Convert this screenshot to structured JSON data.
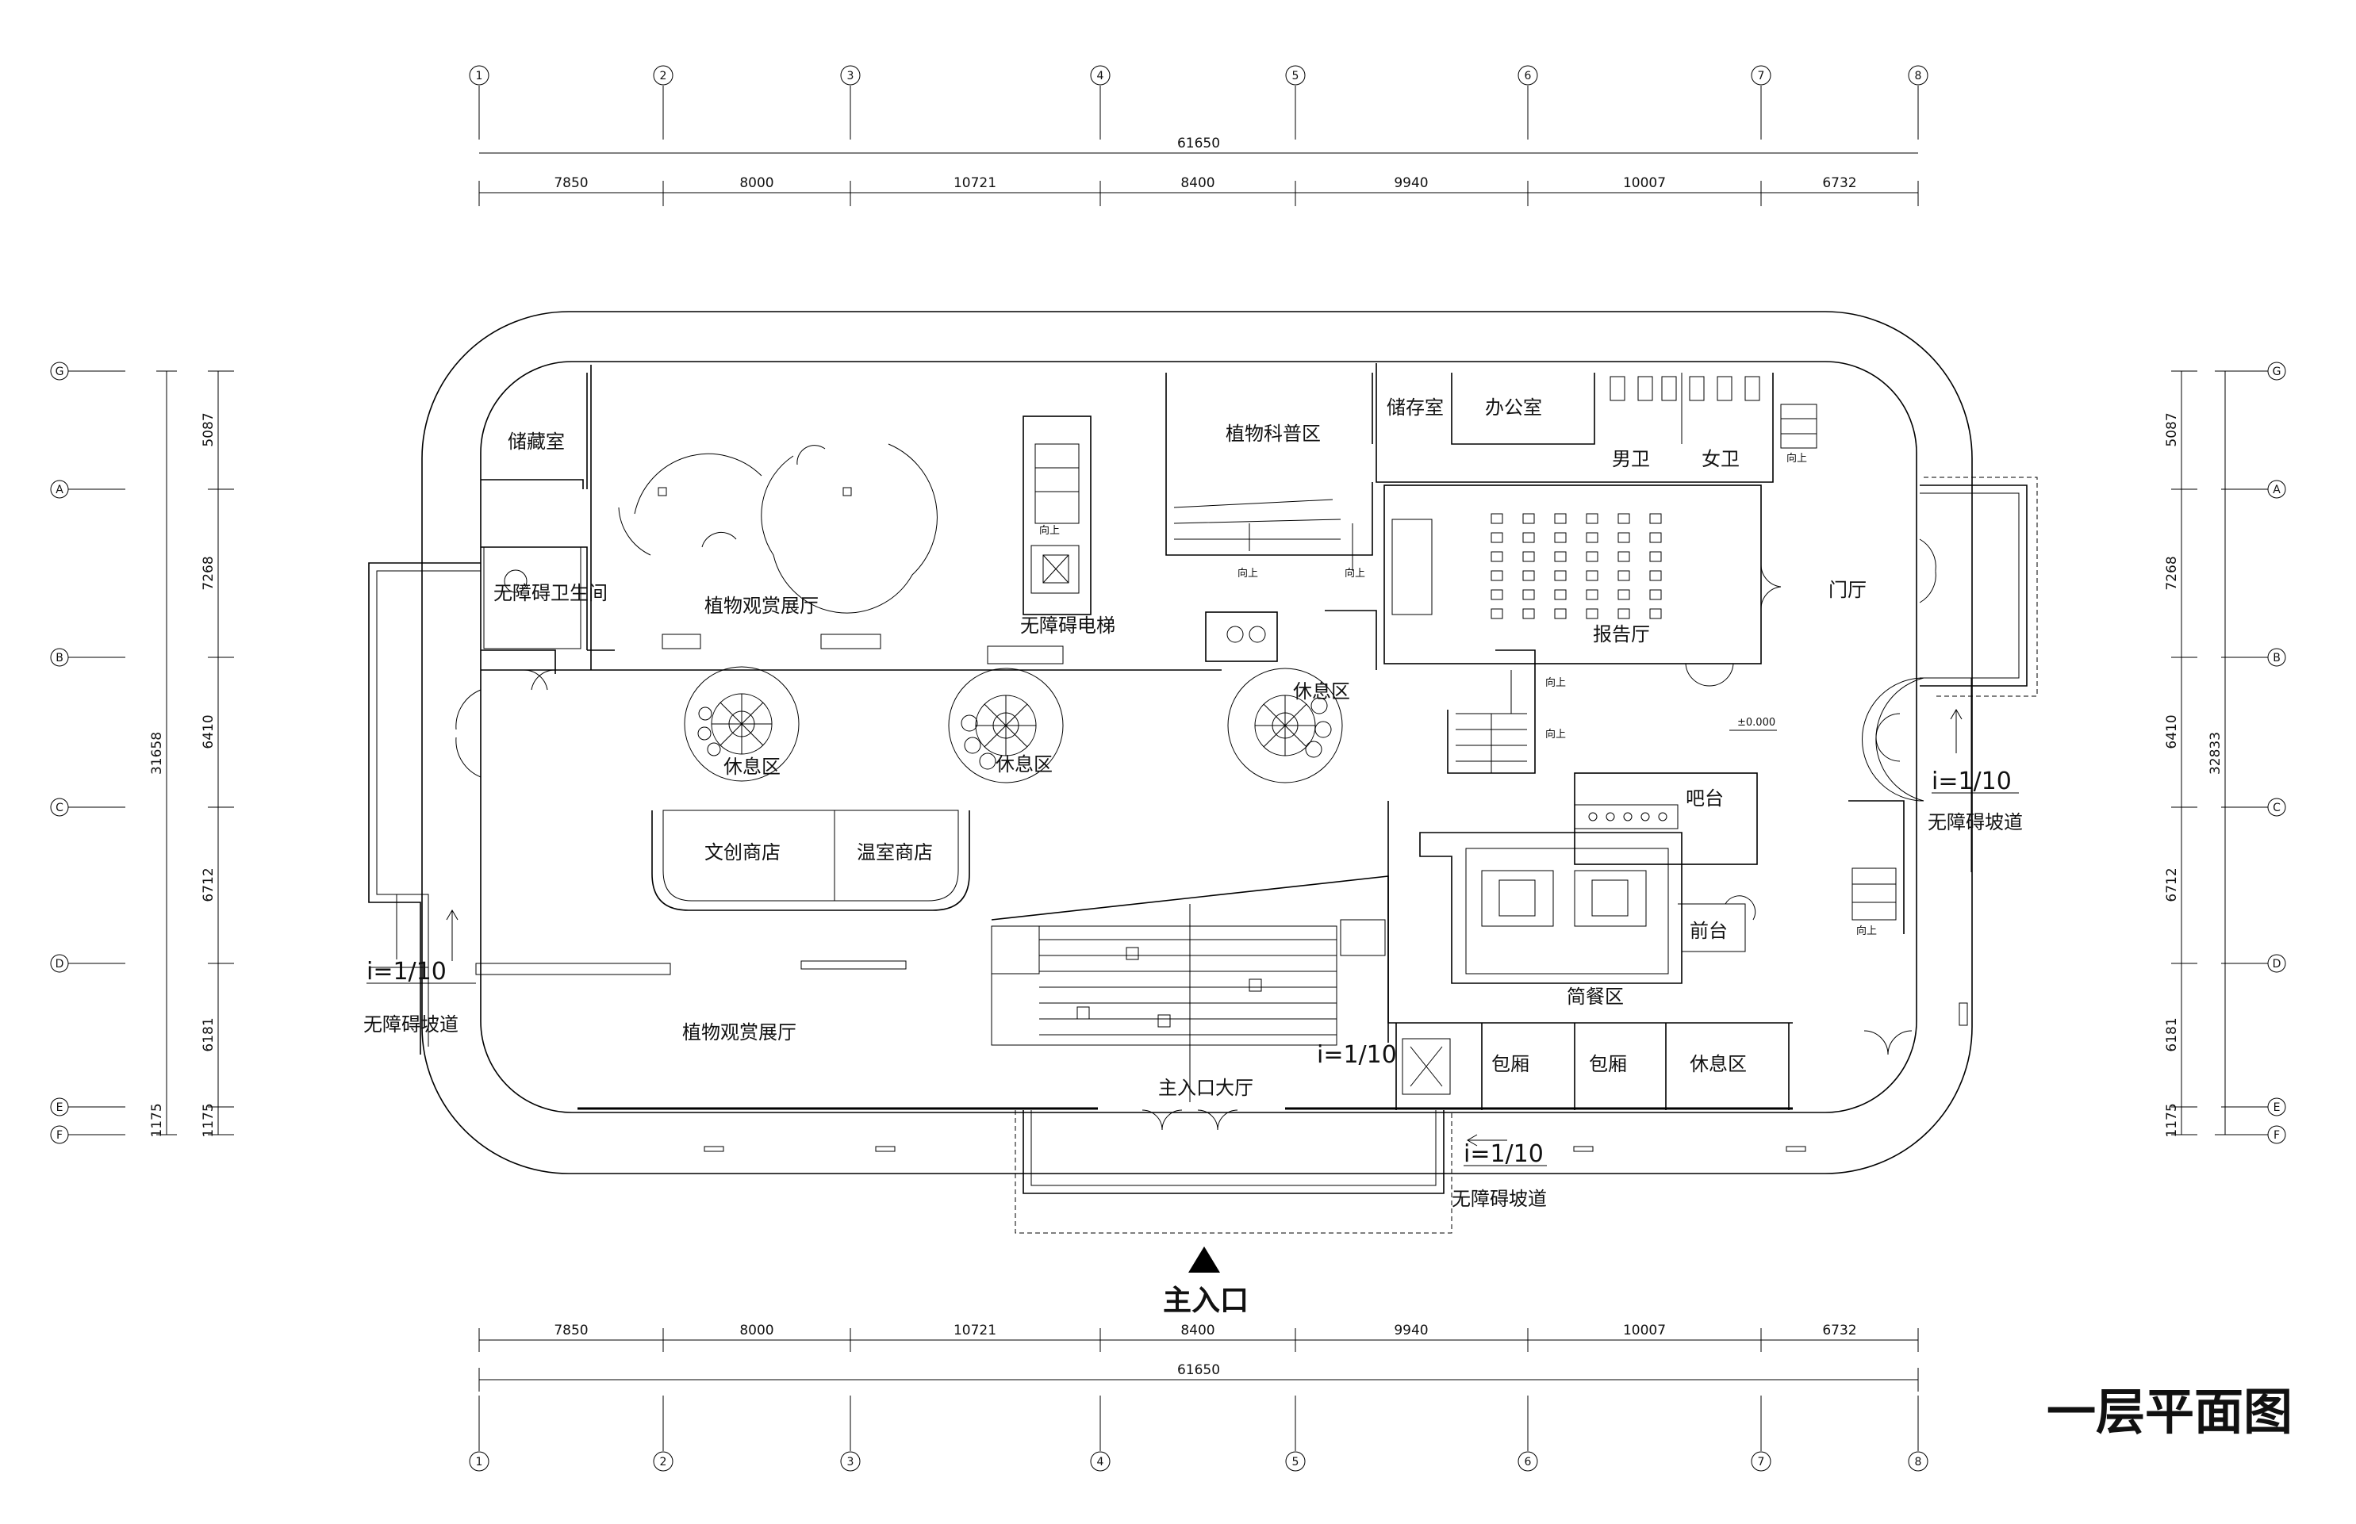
{
  "axes_columns": [
    "1",
    "2",
    "3",
    "4",
    "5",
    "6",
    "7",
    "8"
  ],
  "axes_rows": [
    "G",
    "A",
    "B",
    "C",
    "D",
    "E",
    "F"
  ],
  "dims_horizontal": [
    "7850",
    "8000",
    "10721",
    "8400",
    "9940",
    "10007",
    "6732"
  ],
  "dim_total_horizontal": "61650",
  "dims_vertical_left": [
    "5087",
    "7268",
    "6410",
    "6712",
    "6181",
    "1175",
    "1175"
  ],
  "dim_total_vertical_left": "31658",
  "dims_vertical_right": [
    "5087",
    "7268",
    "6410",
    "6712",
    "6181",
    "1175"
  ],
  "dim_total_vertical_right": "32833",
  "rooms": {
    "storage_room": "储藏室",
    "accessible_toilet": "无障碍卫生间",
    "plant_exhibit_upper": "植物观赏展厅",
    "accessible_elevator": "无障碍电梯",
    "plant_science": "植物科普区",
    "store_room": "储存室",
    "office": "办公室",
    "men_wc": "男卫",
    "women_wc": "女卫",
    "lecture_hall": "报告厅",
    "foyer": "门厅",
    "rest_area_left": "休息区",
    "rest_area_mid": "休息区",
    "rest_area_right": "休息区",
    "culture_shop": "文创商店",
    "greenhouse_shop": "温室商店",
    "bar_counter": "吧台",
    "reception": "前台",
    "snack_area": "简餐区",
    "plant_exhibit_lower": "植物观赏展厅",
    "main_hall": "主入口大厅",
    "private_room_1": "包厢",
    "private_room_2": "包厢",
    "rest_area_bottom": "休息区"
  },
  "ramps": {
    "slope_left": "i=1/10",
    "label_left": "无障碍坡道",
    "slope_right": "i=1/10",
    "label_right": "无障碍坡道",
    "slope_bottom": "i=1/10",
    "label_bottom": "无障碍坡道",
    "slope_hall": "i=1/10"
  },
  "stair_up_label": "向上",
  "elevation_mark": "±0.000",
  "main_entrance": "主入口",
  "drawing_title": "一层平面图"
}
